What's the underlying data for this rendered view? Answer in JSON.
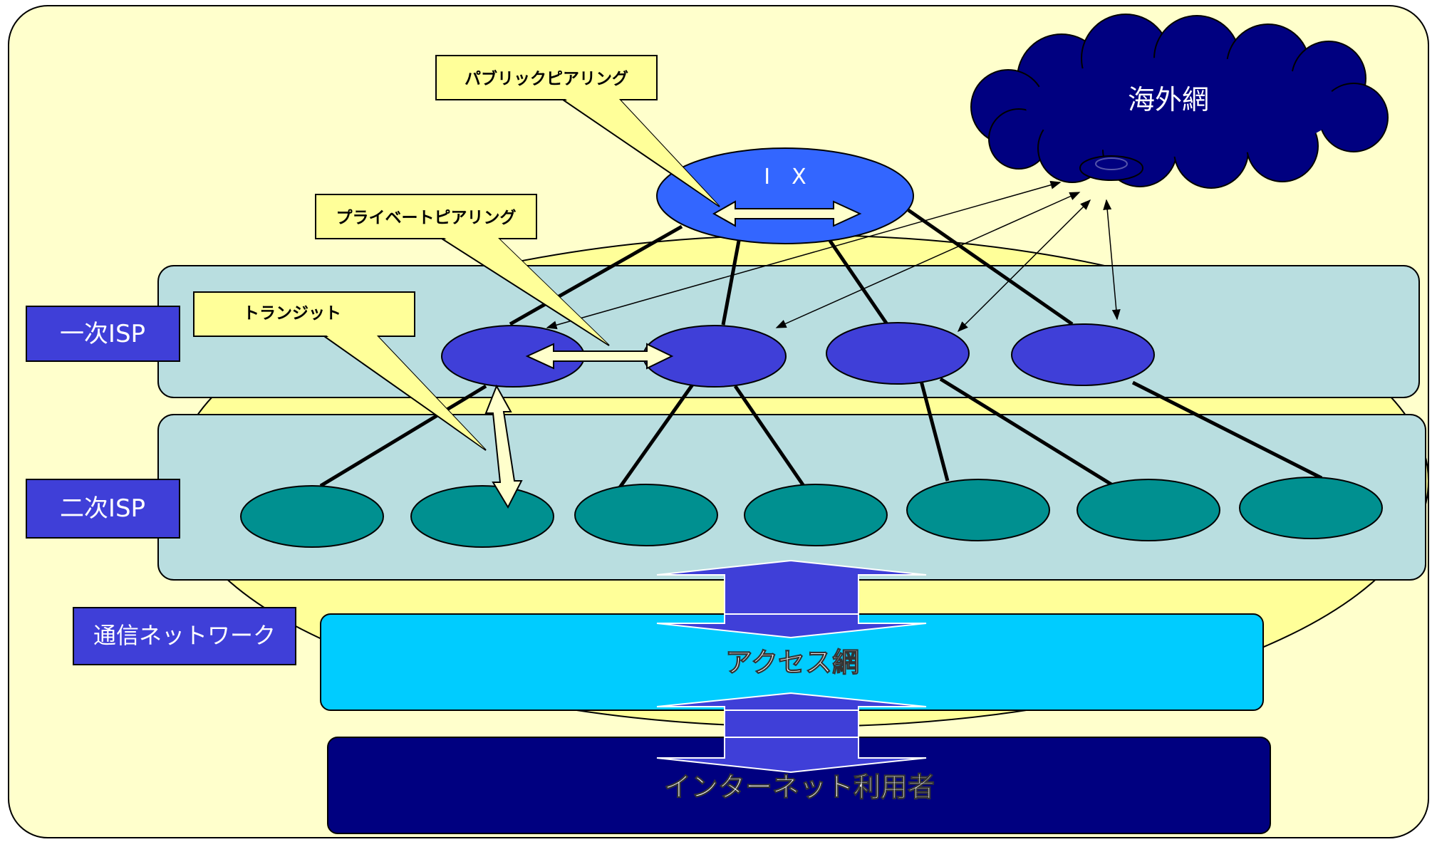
{
  "labels": {
    "overseas": "海外網",
    "ix": "I　X",
    "public_peering": "パブリックピアリング",
    "private_peering": "プライベートピアリング",
    "transit": "トランジット",
    "tier1": "一次ISP",
    "tier2": "二次ISP",
    "telecom": "通信ネットワーク",
    "access": "アクセス網",
    "users": "インターネット利用者"
  },
  "colors": {
    "background": "#FFFFCC",
    "ellipse": "#FFFF99",
    "isp_band": "#B9DEE0",
    "ix": "#3366FF",
    "cloud": "#000080",
    "tier1_node": "#3F3FD8",
    "tier2_node": "#009090",
    "label_box": "#3F3FD8",
    "callout": "#FFFF99",
    "access": "#00CCFF",
    "users": "#000080"
  }
}
